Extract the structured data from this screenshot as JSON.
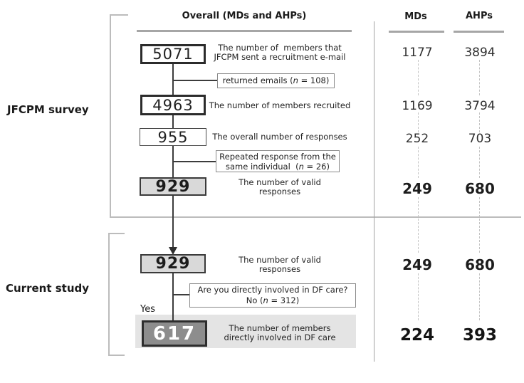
{
  "colors": {
    "box_border_dark": "#2b2b2b",
    "box_fill_light": "#d9d9d9",
    "box_fill_dark": "#8d8d8d",
    "highlight_band": "#e4e4e4",
    "connector_dark": "#3c3c3c",
    "bracket_gray": "#bcbcbc",
    "underline_gray": "#a6a6a6"
  },
  "section_labels": {
    "survey": "JFCPM survey",
    "current": "Current study",
    "yes": "Yes"
  },
  "headers": {
    "overall": "Overall (MDs and AHPs)",
    "mds": "MDs",
    "ahps": "AHPs"
  },
  "flowchart": {
    "steps": [
      {
        "value": "5071",
        "desc": [
          "The number of  members that",
          "JFCPM sent a recruitment e-mail"
        ]
      },
      {
        "value": "4963",
        "desc": [
          "The number of members recruited"
        ]
      },
      {
        "value": "955",
        "desc": [
          "The overall number of responses"
        ]
      },
      {
        "value": "929",
        "desc": [
          "The number of valid",
          "responses"
        ]
      },
      {
        "value": "929",
        "desc": [
          "The number of valid",
          "responses"
        ]
      },
      {
        "value": "617",
        "desc": [
          "The number of members",
          "directly involved in DF care"
        ]
      }
    ],
    "exclusion_notes": [
      {
        "pre": "returned emails (",
        "n": "n",
        "post": " = 108)"
      },
      {
        "line1": "Repeated response from the",
        "pre": "same individual  (",
        "n": "n",
        "post": " = 26)"
      },
      {
        "line1": "Are you directly involved in DF care?",
        "pre": "No (",
        "n": "n",
        "post": " = 312)"
      }
    ]
  },
  "columns": {
    "mds": [
      "1177",
      "1169",
      "252",
      "249",
      "249",
      "224"
    ],
    "ahps": [
      "3894",
      "3794",
      "703",
      "680",
      "680",
      "393"
    ]
  }
}
